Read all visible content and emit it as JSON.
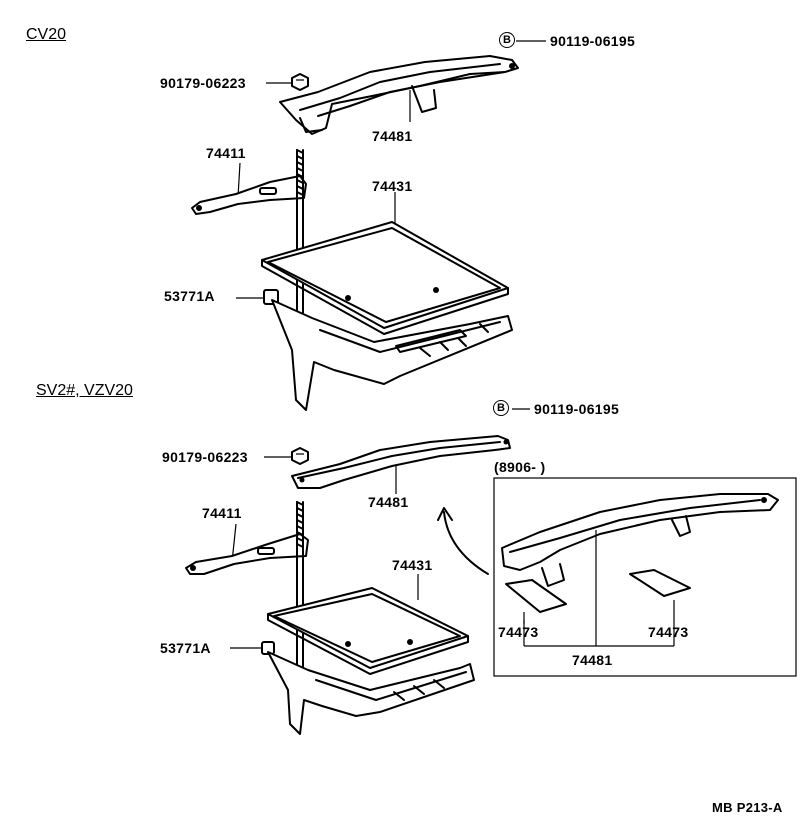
{
  "sections": [
    {
      "title": "CV20"
    },
    {
      "title": "SV2#, VZV20"
    }
  ],
  "callouts": {
    "top_symbol": "B",
    "bottom_symbol": "B"
  },
  "labels": {
    "top": {
      "bolt": "90119-06195",
      "nut": "90179-06223",
      "bracket": "74481",
      "clamp": "74411",
      "tray": "74431",
      "clip": "53771A"
    },
    "bottom": {
      "bolt": "90119-06195",
      "nut": "90179-06223",
      "bracket": "74481",
      "clamp": "74411",
      "tray": "74431",
      "clip": "53771A"
    }
  },
  "inset": {
    "date_label": "(8906-        )",
    "pad_left": "74473",
    "pad_right": "74473",
    "bracket": "74481"
  },
  "figure_code": "MB P213-A"
}
